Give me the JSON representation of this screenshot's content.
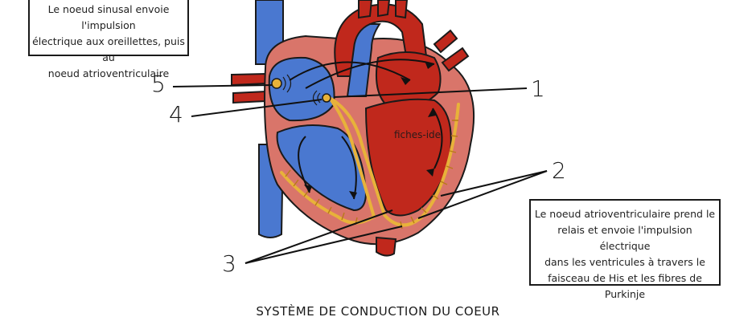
{
  "annotations": {
    "top_box": [
      "Le noeud sinusal envoie l'impulsion",
      "électrique aux oreillettes, puis au",
      "noeud atrioventriculaire"
    ],
    "bottom_box": [
      "Le noeud atrioventriculaire  prend le",
      "relais et envoie l'impulsion électrique",
      "dans les ventricules à travers le",
      "faisceau de His et les fibres de Purkinje"
    ]
  },
  "labels": {
    "n1": "1",
    "n2": "2",
    "n3": "3",
    "n4": "4",
    "n5": "5"
  },
  "watermark": "fiches-ide",
  "caption": "SYSTÈME DE CONDUCTION DU COEUR",
  "colors": {
    "vein_blue": "#4a78d0",
    "artery_red": "#c0281c",
    "myocardium": "#d9756a",
    "conduction_yellow": "#e8b23a"
  }
}
